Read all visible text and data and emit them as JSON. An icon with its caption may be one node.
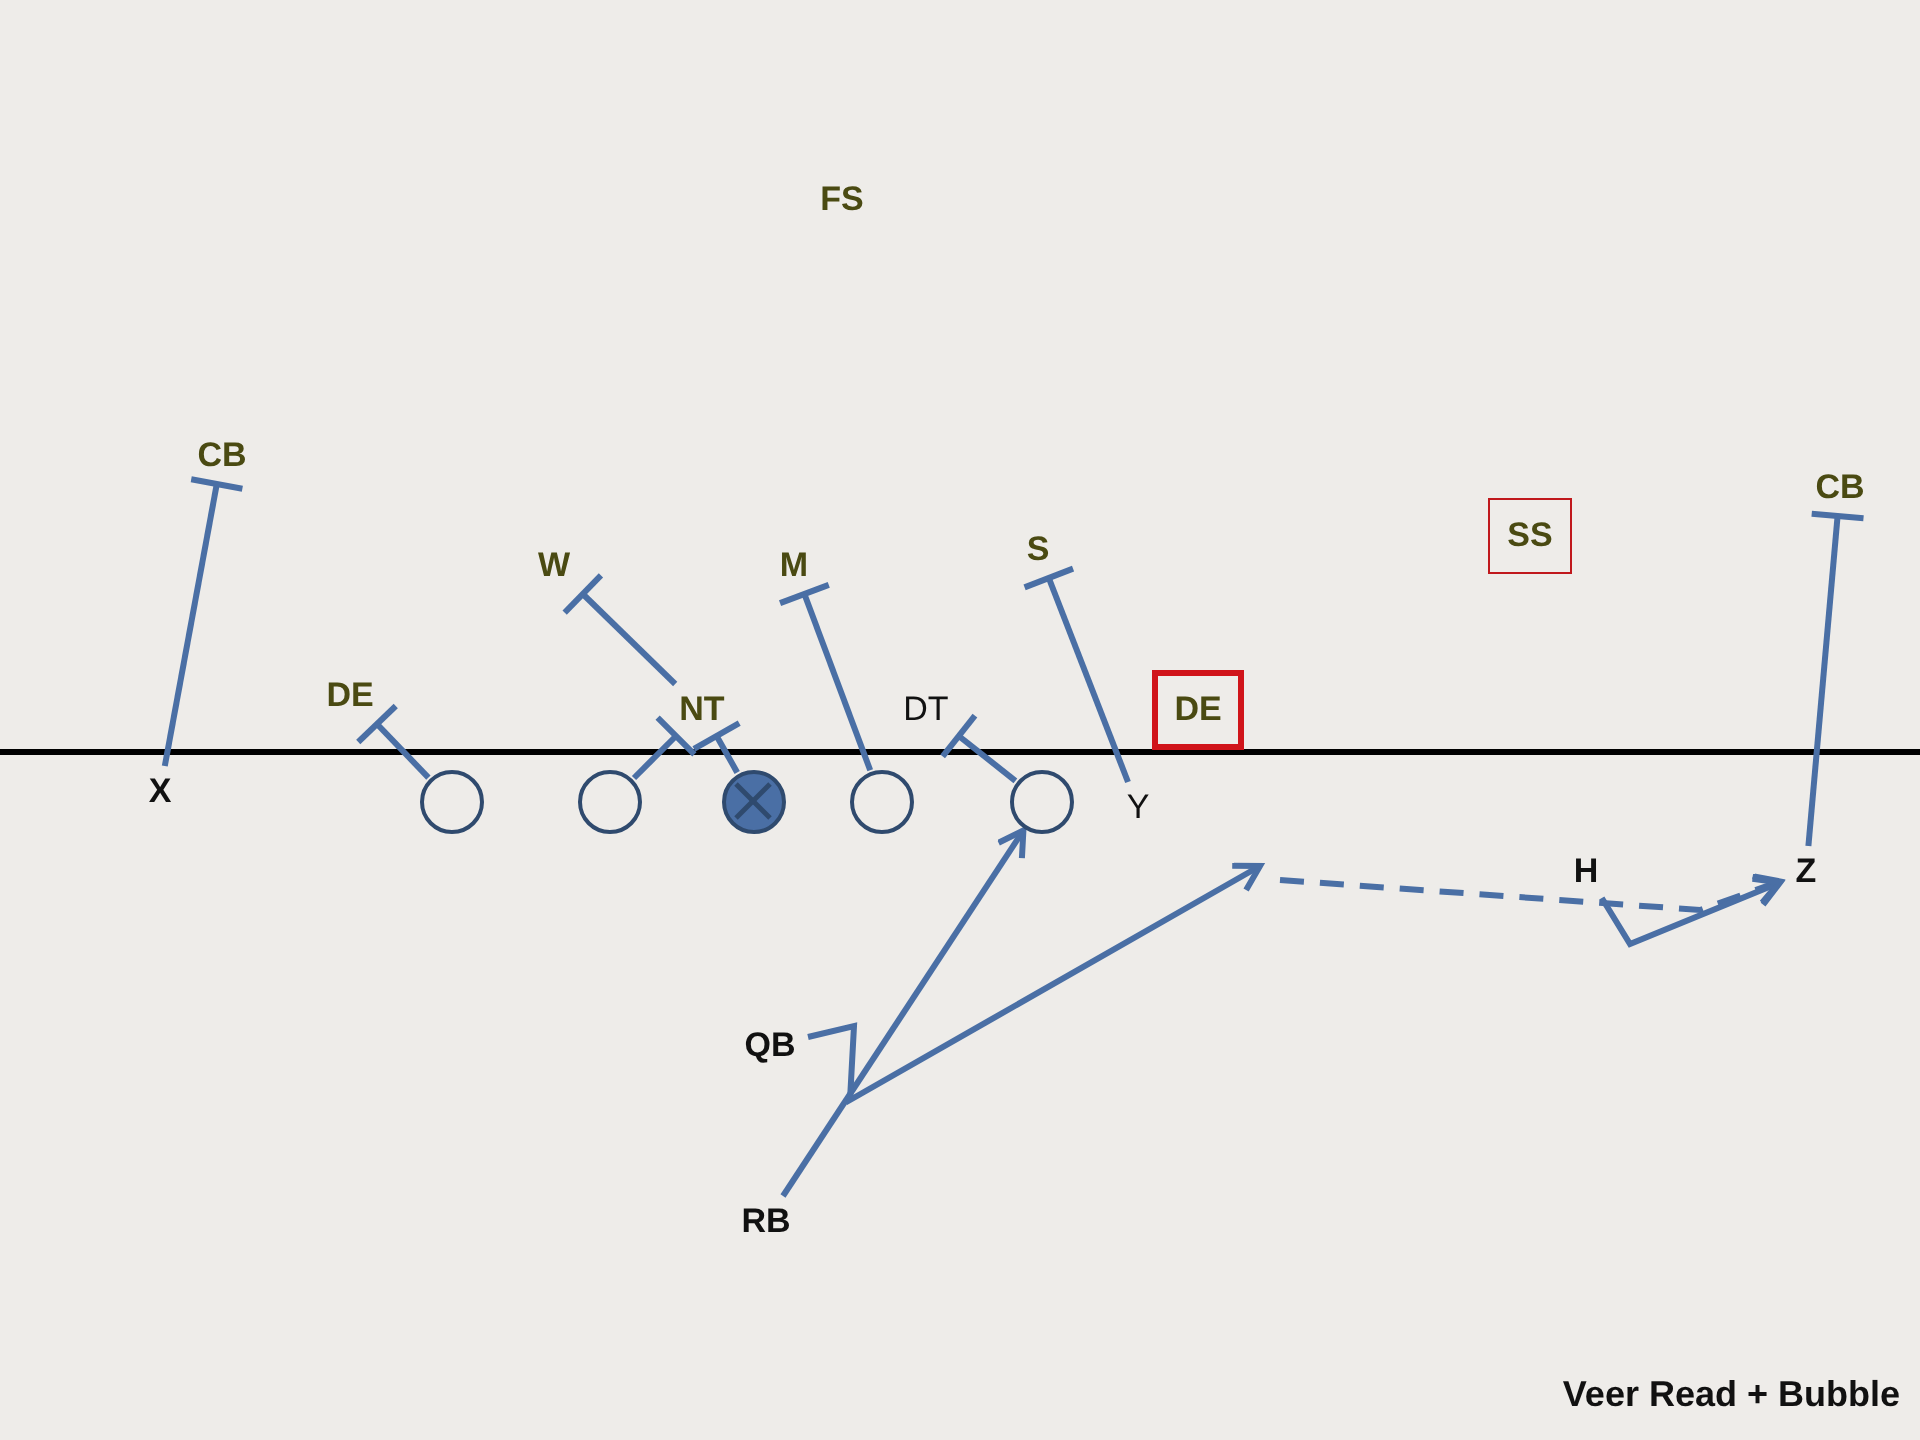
{
  "diagram": {
    "caption": "Veer Read + Bubble",
    "nodes": [
      {
        "text": [
          "FS"
        ]
      },
      {
        "text": [
          "CB"
        ]
      },
      {
        "text": [
          "CB"
        ]
      },
      {
        "text": [
          "SS"
        ]
      },
      {
        "text": [
          "W"
        ]
      },
      {
        "text": [
          "M"
        ]
      },
      {
        "text": [
          "S"
        ]
      },
      {
        "text": [
          "DE"
        ]
      },
      {
        "text": [
          "NT"
        ]
      },
      {
        "text": [
          "DT"
        ]
      },
      {
        "text": [
          "DE"
        ]
      },
      {
        "text": [
          "X"
        ]
      },
      {
        "text": [],
        "shape": "circle"
      },
      {
        "text": [],
        "shape": "circle"
      },
      {
        "text": [],
        "shape": "circle"
      },
      {
        "text": [],
        "shape": "circle"
      },
      {
        "text": [],
        "shape": "circle"
      },
      {
        "text": [
          "Y"
        ]
      },
      {
        "text": [
          "H"
        ]
      },
      {
        "text": [
          "Z"
        ]
      },
      {
        "text": [
          "QB"
        ]
      },
      {
        "text": [
          "RB"
        ]
      }
    ],
    "edges": [
      {
        "from": 11,
        "to": 1,
        "arrow": "other"
      },
      {
        "from": 12,
        "to": 7,
        "arrow": "other"
      },
      {
        "from": 13,
        "to": 8,
        "arrow": "other"
      },
      {
        "from": 14,
        "to": 8,
        "arrow": "other"
      },
      {
        "from": 8,
        "to": 4,
        "arrow": "other"
      },
      {
        "from": 15,
        "to": 5,
        "arrow": "other"
      },
      {
        "from": 16,
        "to": 9,
        "arrow": "other"
      },
      {
        "from": 17,
        "to": 6,
        "arrow": "other"
      },
      {
        "from": 19,
        "to": 2,
        "arrow": "other"
      },
      {
        "from": 21,
        "to": 16,
        "arrow": "to"
      },
      {
        "from": 20,
        "to": null,
        "arrow": "to"
      },
      {
        "from": null,
        "to": 19,
        "arrow": "to",
        "style": "dashed"
      },
      {
        "from": 18,
        "to": 19,
        "arrow": "to"
      }
    ]
  }
}
